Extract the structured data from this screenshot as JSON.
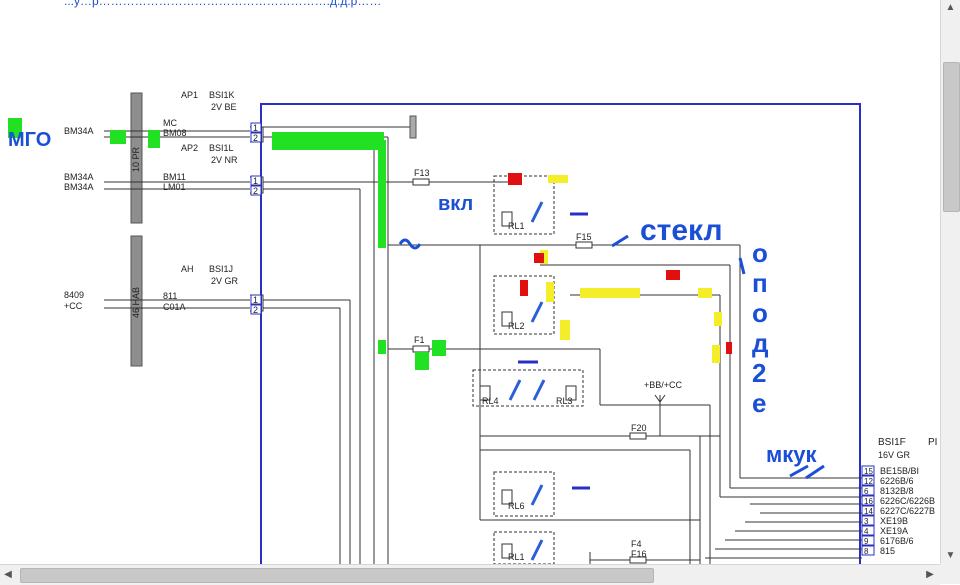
{
  "viewer": {
    "header_fragment": "...у…р………………………………………………….д.д.р……",
    "scroll_up": "▲",
    "scroll_down": "▼",
    "scroll_left": "◀",
    "scroll_right": "▶"
  },
  "connectors": {
    "left_signals": [
      "BM34A",
      "BM34A",
      "BM34A",
      "8409",
      "+CC"
    ],
    "block_labels": [
      "10 PR",
      "46 HAB"
    ],
    "ap1": {
      "title": "AP1",
      "code": "BSI1K",
      "sub": "2V BE"
    },
    "ap2": {
      "title": "AP2",
      "code": "BSI1L",
      "sub": "2V NR"
    },
    "ah": {
      "title": "AH",
      "code": "BSI1J",
      "sub": "2V GR"
    },
    "wires": [
      "MC",
      "BM08",
      "BM11",
      "LM01",
      "811",
      "C01A"
    ],
    "pins": [
      "1",
      "2",
      "1",
      "2",
      "1",
      "2"
    ],
    "bsi1f": {
      "title": "BSI1F",
      "suffix": "PI",
      "sub": "16V GR"
    }
  },
  "components": {
    "fuses": [
      "F13",
      "F15",
      "F1",
      "F20",
      "F4",
      "F16"
    ],
    "relays": [
      "RL1",
      "RL2",
      "RL4",
      "RL3",
      "RL6",
      "RL1"
    ],
    "supply": "+BB/+CC"
  },
  "right_connector": {
    "pins": [
      "15",
      "12",
      "6",
      "16",
      "14",
      "3",
      "4",
      "9",
      "8"
    ],
    "labels": [
      "BE15B/BI",
      "6226B/6",
      "8132B/8",
      "6226C/6226B",
      "6227C/6227B",
      "XE19B",
      "XE19A",
      "6176B/6",
      "815"
    ]
  },
  "annotations": {
    "mfo": "МГО",
    "vkl": "вкл",
    "steklopod": "стекл",
    "steklopod_vertical": [
      "о",
      "п",
      "о",
      "д",
      "2",
      "е"
    ],
    "mkuk": "мкук"
  },
  "colors": {
    "frame": "#2a2fc4",
    "wire": "#333333",
    "highlight_green": "#22e022",
    "highlight_yellow": "#f4ee2a",
    "highlight_red": "#e01010",
    "annotation_blue": "#1a4fd6"
  }
}
